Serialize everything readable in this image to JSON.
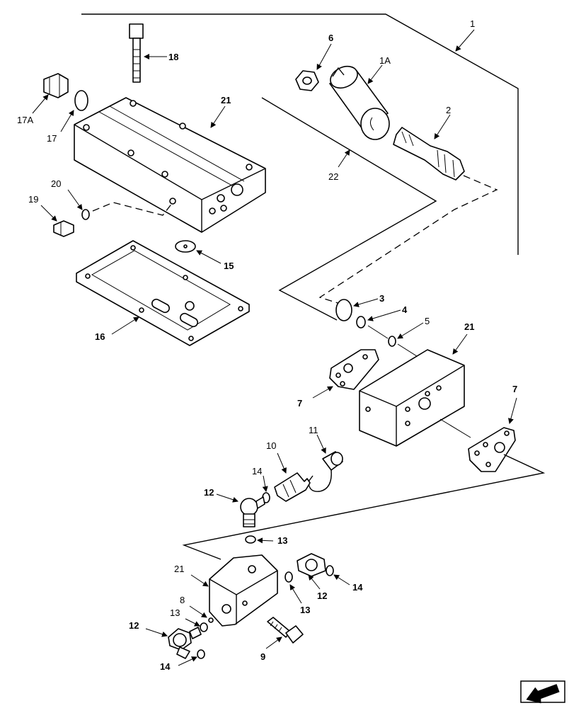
{
  "labels": {
    "l1": "1",
    "l1A": "1A",
    "l2": "2",
    "l3": "3",
    "l4": "4",
    "l5": "5",
    "l6": "6",
    "l7a": "7",
    "l7b": "7",
    "l8": "8",
    "l9": "9",
    "l10": "10",
    "l11": "11",
    "l12a": "12",
    "l12b": "12",
    "l12c": "12",
    "l13a": "13",
    "l13b": "13",
    "l13c": "13",
    "l14a": "14",
    "l14b": "14",
    "l14c": "14",
    "l15": "15",
    "l16": "16",
    "l17": "17",
    "l17A": "17A",
    "l18": "18",
    "l19": "19",
    "l20": "20",
    "l21a": "21",
    "l21b": "21",
    "l21c": "21",
    "l22": "22"
  },
  "icons": {
    "nav": "next-page-arrow-icon"
  }
}
